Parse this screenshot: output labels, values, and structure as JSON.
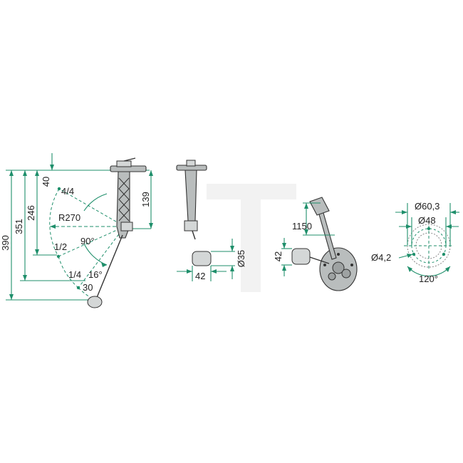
{
  "colors": {
    "dimension": "#1f8f6b",
    "part": "#b9bdbd",
    "watermark": "#f2f2f2",
    "text": "#222222"
  },
  "side_view": {
    "h_total": "390",
    "h_1": "351",
    "h_2": "246",
    "top_offset": "40",
    "radius": "R270",
    "angle_sweep": "90°",
    "angle_low": "16°",
    "head_height": "139",
    "level_full": "4/4",
    "level_half": "1/2",
    "level_quarter": "1/4",
    "float_offset": "30"
  },
  "front_view": {
    "float_width": "42",
    "float_diameter": "Ø35"
  },
  "perspective_view": {
    "cable_length": "1150",
    "float_size": "42"
  },
  "flange_view": {
    "outer_diameter": "Ø60,3",
    "pitch_diameter": "Ø48",
    "hole_diameter": "Ø4,2",
    "hole_angle": "120°"
  }
}
